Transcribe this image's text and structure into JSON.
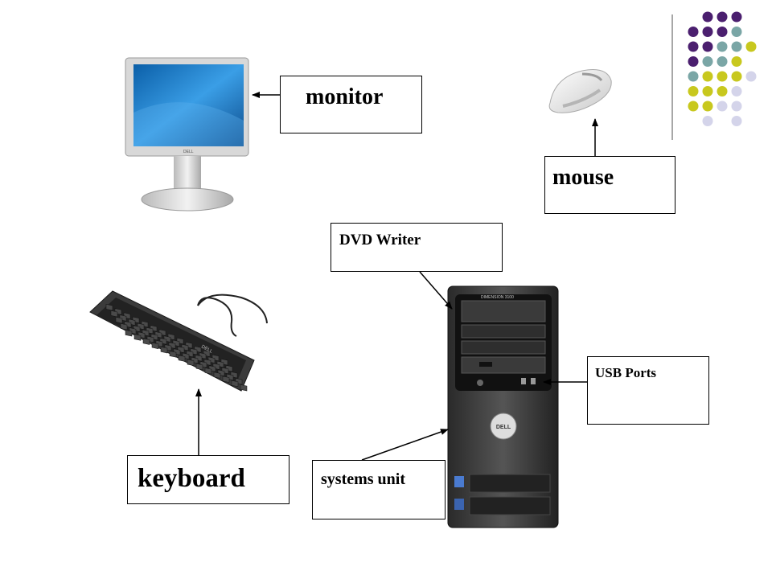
{
  "labels": {
    "monitor": "monitor",
    "mouse": "mouse",
    "dvd_writer": "DVD Writer",
    "usb_ports": "USB Ports",
    "keyboard": "keyboard",
    "systems_unit": "systems unit"
  },
  "decoration": {
    "dot_colors": [
      "#4b1f6f",
      "#7aa6a6",
      "#c8c81e",
      "#d4d4ea"
    ],
    "rule_color": "#8a8a8a"
  },
  "device_brand": {
    "monitor_badge": "DELL",
    "tower_badge": "DELL",
    "tower_model": "DIMENSION 3100"
  }
}
